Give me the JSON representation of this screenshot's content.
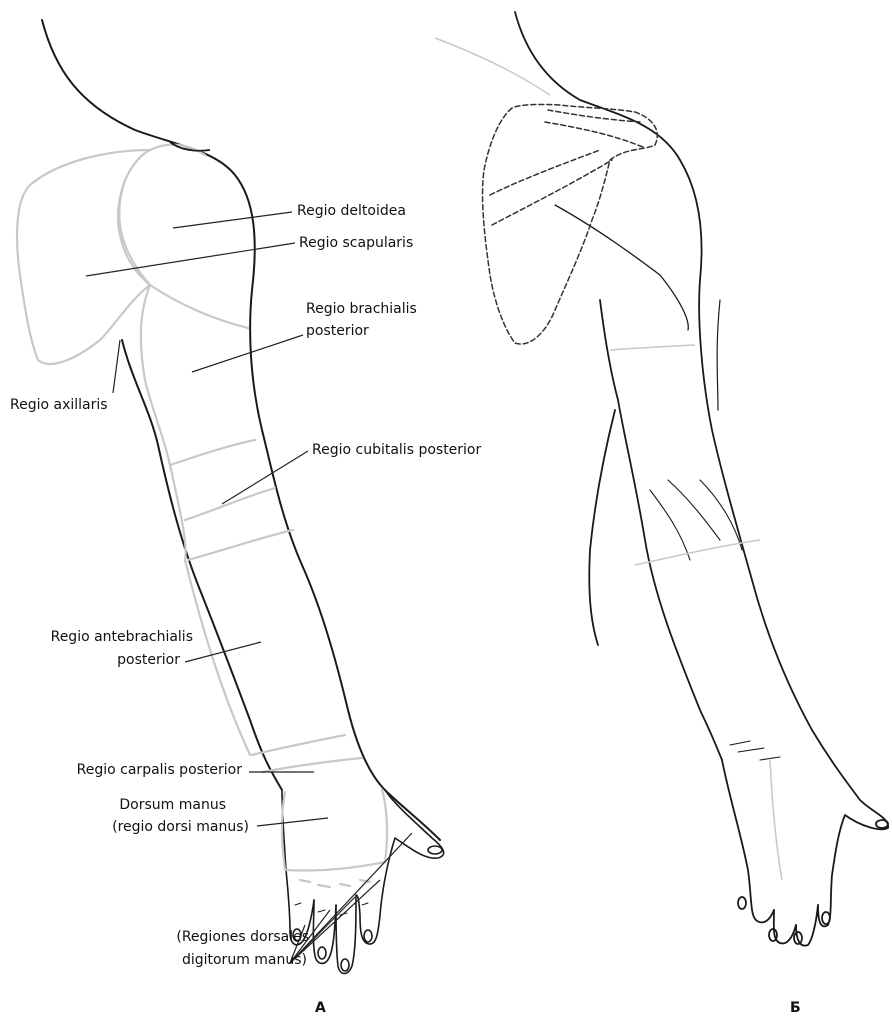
{
  "labels": {
    "deltoidea": "Regio deltoidea",
    "scapularis": "Regio scapularis",
    "brachialis_1": "Regio brachialis",
    "brachialis_2": "posterior",
    "axillaris": "Regio axillaris",
    "cubitalis": "Regio cubitalis posterior",
    "antebrachialis_1": "Regio antebrachialis",
    "antebrachialis_2": "posterior",
    "carpalis": "Regio carpalis posterior",
    "dorsum_1": "Dorsum manus",
    "dorsum_2": "(regio dorsi manus)",
    "digitorum_1": "(Regiones dorsales",
    "digitorum_2": "digitorum manus)"
  },
  "panels": {
    "a": "А",
    "b": "Б"
  },
  "colors": {
    "outline": "#1a1a1a",
    "region_border": "#c8c8c8",
    "dashed": "#333333",
    "leader": "#222222"
  }
}
